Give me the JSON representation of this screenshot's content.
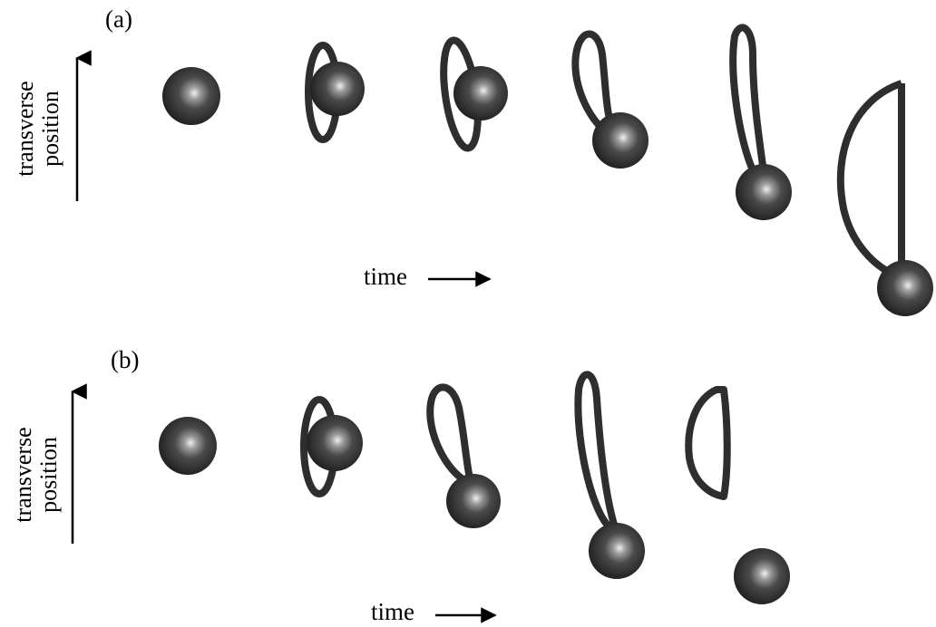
{
  "panels": [
    {
      "label": "(a)",
      "axis_label_line1": "transverse",
      "axis_label_line2": "position",
      "time_label": "time"
    },
    {
      "label": "(b)",
      "axis_label_line1": "transverse",
      "axis_label_line2": "position",
      "time_label": "time"
    }
  ],
  "colors": {
    "sphere": "#2f2f2f",
    "highlight": "#d8d8d8",
    "ink": "#000000"
  }
}
